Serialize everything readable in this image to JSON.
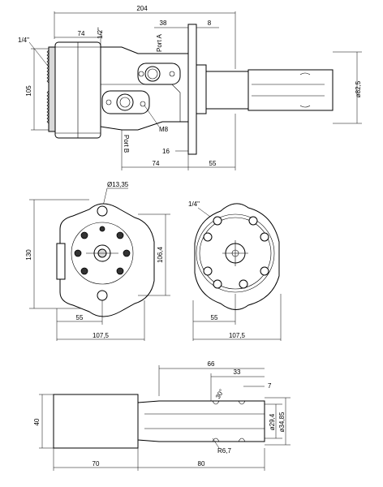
{
  "top_view": {
    "overall_width": "204",
    "flange_offset": "74",
    "port_thread_top": "1/2\"",
    "port_a_offset": "38",
    "flange_thickness": "8",
    "port_a_label": "Port A",
    "port_b_label": "Port B",
    "thread_left": "1/4\"",
    "height_left": "105",
    "shaft_diameter": "ø82,5",
    "bolt_thread": "M8",
    "flange_gap": "16",
    "body_length": "74",
    "shaft_length": "55"
  },
  "front_left": {
    "hole_dia": "Ø13,35",
    "height": "130",
    "bolt_circle": "106,4",
    "offset": "55",
    "width": "107,5"
  },
  "front_right": {
    "thread": "1/4\"",
    "offset": "55",
    "width": "107,5"
  },
  "shaft_view": {
    "dim_66": "66",
    "dim_33": "33",
    "dim_7": "7",
    "angle": "30°",
    "diameter_40": "40",
    "dia_29_4": "ø29,4",
    "dia_34_85": "ø34,85",
    "radius": "R6,7",
    "length_70": "70",
    "length_80": "80"
  }
}
